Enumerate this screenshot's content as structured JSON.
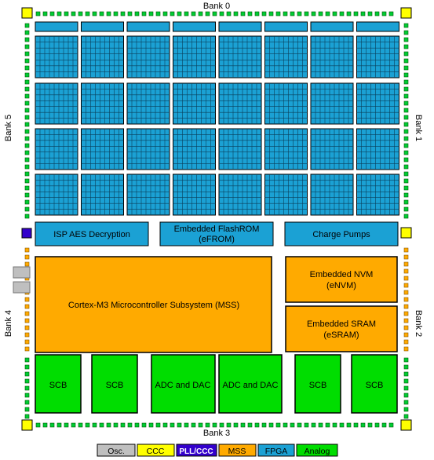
{
  "banks": {
    "top": "Bank 0",
    "right_upper": "Bank 1",
    "right_lower": "Bank 2",
    "bottom": "Bank 3",
    "left_lower": "Bank 4",
    "left_upper": "Bank 5"
  },
  "blocks": {
    "isp_aes": "ISP AES Decryption",
    "eflash_line1": "Embedded FlashROM",
    "eflash_line2": "(eFROM)",
    "charge_pumps": "Charge Pumps",
    "mss": "Cortex-M3 Microcontroller Subsystem (MSS)",
    "envm_line1": "Embedded NVM",
    "envm_line2": "(eNVM)",
    "esram_line1": "Embedded SRAM",
    "esram_line2": "(eSRAM)"
  },
  "analog_blocks": [
    "SCB",
    "SCB",
    "ADC and DAC",
    "ADC and DAC",
    "SCB",
    "SCB"
  ],
  "legend": [
    {
      "label": "Osc.",
      "color": "#bfbfbf"
    },
    {
      "label": "CCC",
      "color": "#ffff00"
    },
    {
      "label": "PLL/CCC",
      "color": "#3300cc",
      "text_color": "#ffffff"
    },
    {
      "label": "MSS",
      "color": "#ffaa00"
    },
    {
      "label": "FPGA",
      "color": "#1ba1d4"
    },
    {
      "label": "Analog",
      "color": "#00dd00"
    }
  ],
  "colors": {
    "fpga": "#1ba1d4",
    "mss": "#ffaa00",
    "analog": "#00dd00",
    "io_green": "#00cc33",
    "ccc": "#ffff00",
    "pll": "#3300cc",
    "osc": "#bfbfbf"
  }
}
